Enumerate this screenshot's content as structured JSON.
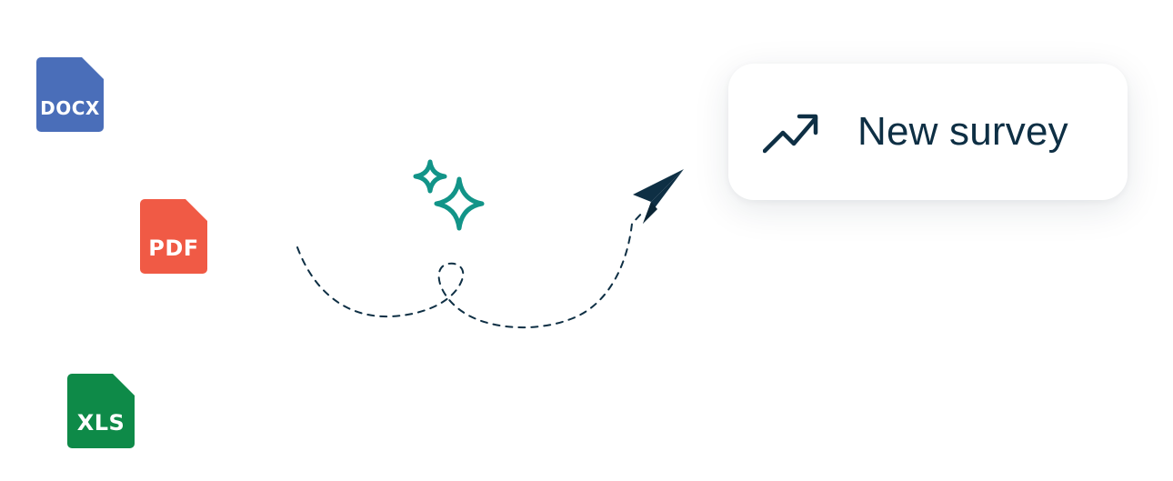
{
  "files": [
    {
      "id": "docx",
      "label": "DOCX",
      "color": "#4a6eb9"
    },
    {
      "id": "pdf",
      "label": "PDF",
      "color": "#f05a45"
    },
    {
      "id": "xls",
      "label": "XLS",
      "color": "#0e8a48"
    }
  ],
  "action": {
    "label": "New survey",
    "icon": "trending-up-icon",
    "text_color": "#0e2f44"
  },
  "decor": {
    "sparkle_color": "#129488",
    "arrow_color": "#0e2f44"
  }
}
